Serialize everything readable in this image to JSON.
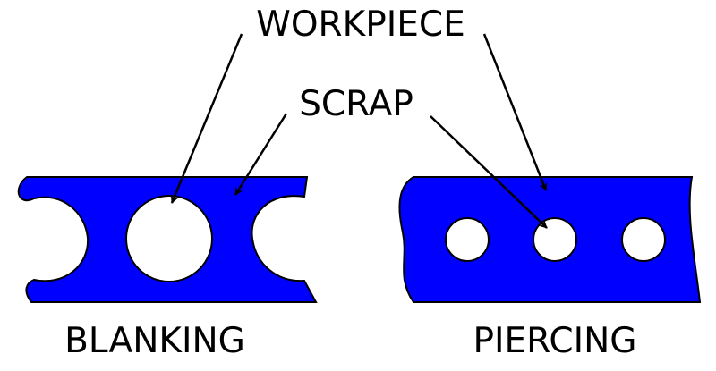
{
  "labels": {
    "workpiece": "WORKPIECE",
    "scrap": "SCRAP",
    "blanking": "BLANKING",
    "piercing": "PIERCING"
  },
  "colors": {
    "strip_fill": "#0000ff",
    "hole_fill": "#ffffff",
    "outline": "#000000"
  }
}
